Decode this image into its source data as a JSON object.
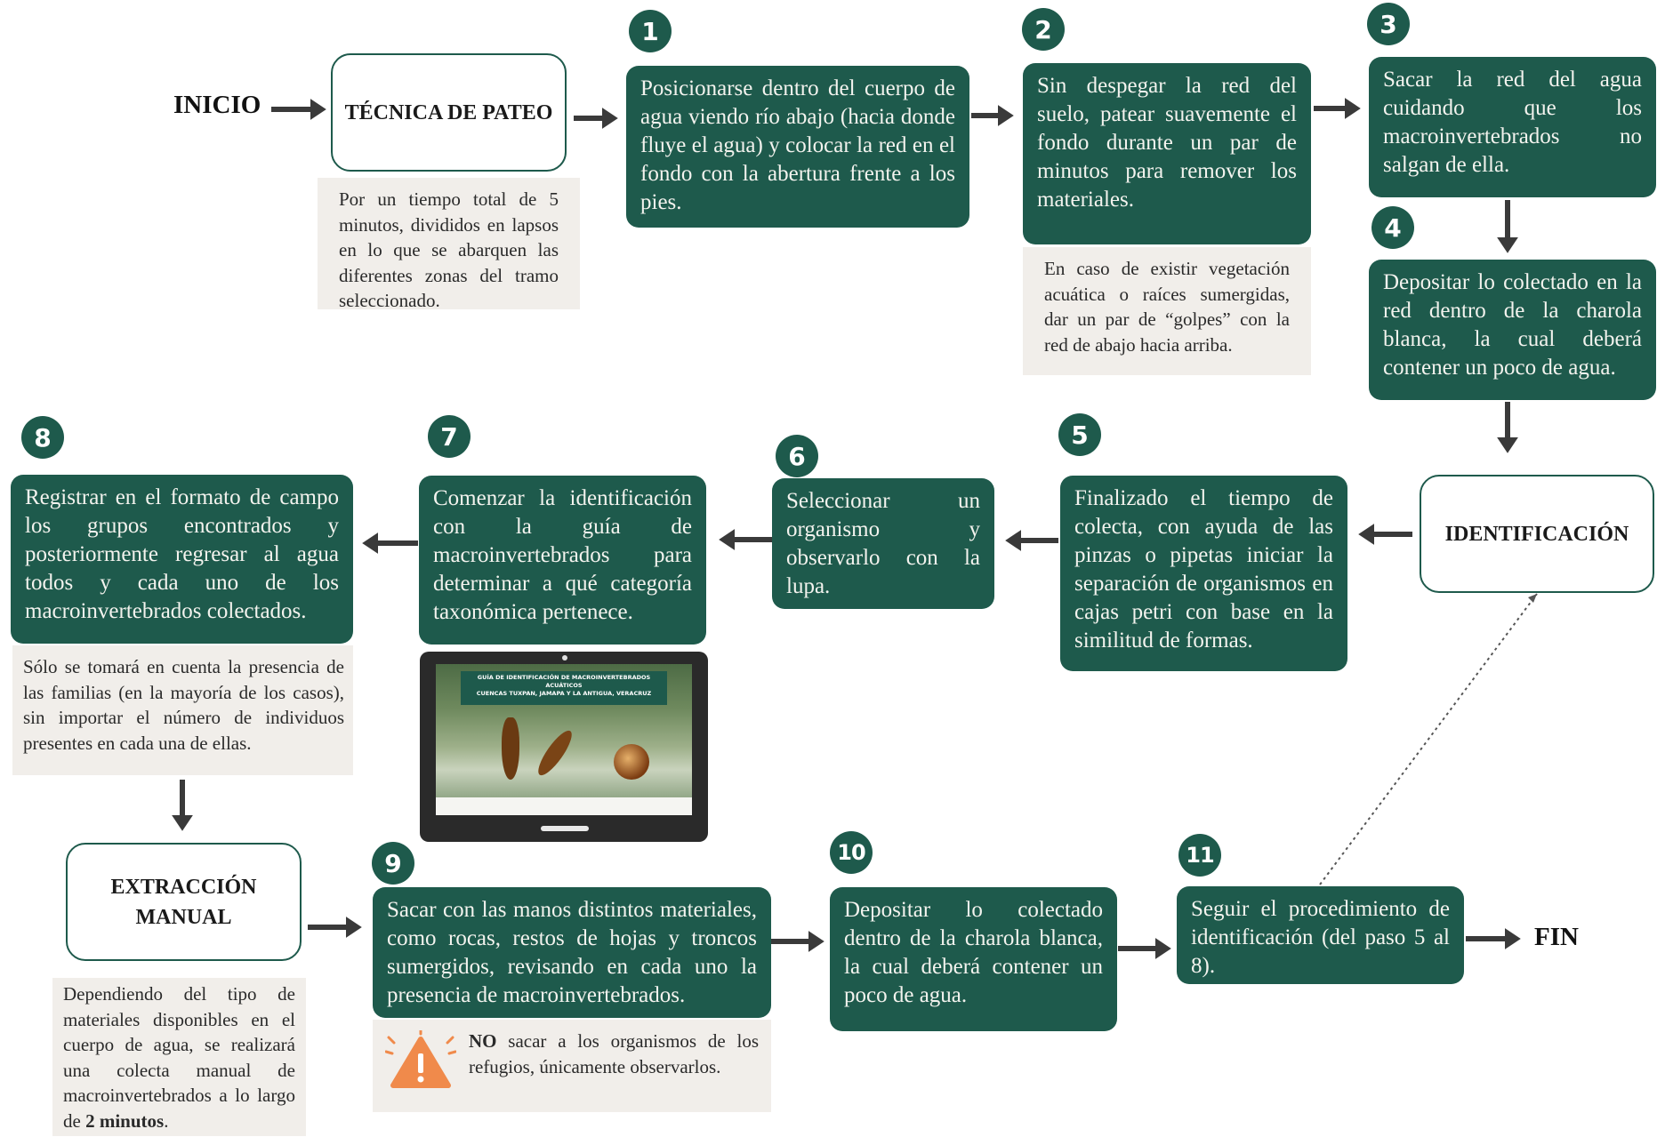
{
  "labels": {
    "start": "INICIO",
    "end": "FIN"
  },
  "sections": {
    "pateo": "TÉCNICA DE PATEO",
    "identificacion": "IDENTIFICACIÓN",
    "extraccion": "EXTRACCIÓN MANUAL"
  },
  "steps": [
    {
      "n": "1",
      "text": "Posicionarse dentro del cuerpo de agua viendo río abajo (hacia donde fluye el agua) y colocar la red en el fondo con la abertura frente a los pies."
    },
    {
      "n": "2",
      "text": "Sin despegar la red del suelo, patear suavemente el fondo durante un par de minutos para remover los materiales."
    },
    {
      "n": "3",
      "text": "Sacar la red del agua cuidando que los macroinvertebrados no salgan de ella."
    },
    {
      "n": "4",
      "text": "Depositar lo colectado en la red dentro de la charola blanca, la cual deberá contener un poco de agua."
    },
    {
      "n": "5",
      "text": "Finalizado el tiempo de colecta, con ayuda de las pinzas o pipetas iniciar la separación de organismos en cajas petri con base en la similitud de formas."
    },
    {
      "n": "6",
      "text": "Seleccionar un organismo y observarlo con la lupa."
    },
    {
      "n": "7",
      "text": "Comenzar la identificación con la guía de macroinvertebrados para determinar a qué categoría taxonómica pertenece."
    },
    {
      "n": "8",
      "text": "Registrar en el formato de campo los grupos encontrados y posteriormente regresar al agua todos y cada uno de los macroinvertebrados colectados."
    },
    {
      "n": "9",
      "text": "Sacar con las manos distintos materiales, como rocas, restos de hojas y troncos sumergidos, revisando en cada uno la presencia de macroinvertebrados."
    },
    {
      "n": "10",
      "text": "Depositar lo colectado dentro de la charola blanca, la cual deberá contener un poco de agua."
    },
    {
      "n": "11",
      "text": "Seguir el procedimiento de identificación (del paso 5 al 8)."
    }
  ],
  "notes": {
    "pateo": "Por un tiempo total de 5 minutos, divididos en lapsos en lo que se abarquen las diferentes zonas del tramo seleccionado.",
    "step2": "En caso de existir vegetación acuática o raíces sumergidas, dar un par de “golpes” con la red de abajo hacia arriba.",
    "step8": "Sólo se tomará en cuenta la presencia de las familias (en la mayoría de los casos), sin importar el número de individuos presentes en cada una de ellas.",
    "extraccion_a": "Dependiendo del tipo de materiales disponibles en el cuerpo de agua, se realizará una colecta manual de macroinvertebrados a lo largo de ",
    "extraccion_b": "2 minutos",
    "extraccion_c": ".",
    "step9_bold": "NO",
    "step9_rest": " sacar a los organismos de los refugios, únicamente observarlos."
  },
  "tablet": {
    "title_line1": "GUÍA DE IDENTIFICACIÓN DE MACROINVERTEBRADOS",
    "title_line2": "ACUÁTICOS",
    "title_line3": "CUENCAS TUXPAN, JAMAPA Y LA ANTIGUA, VERACRUZ"
  },
  "colors": {
    "box": "#1e5a4c",
    "note": "#f1eeea",
    "arrow": "#3a3a3a",
    "warning": "#f08a4b"
  }
}
